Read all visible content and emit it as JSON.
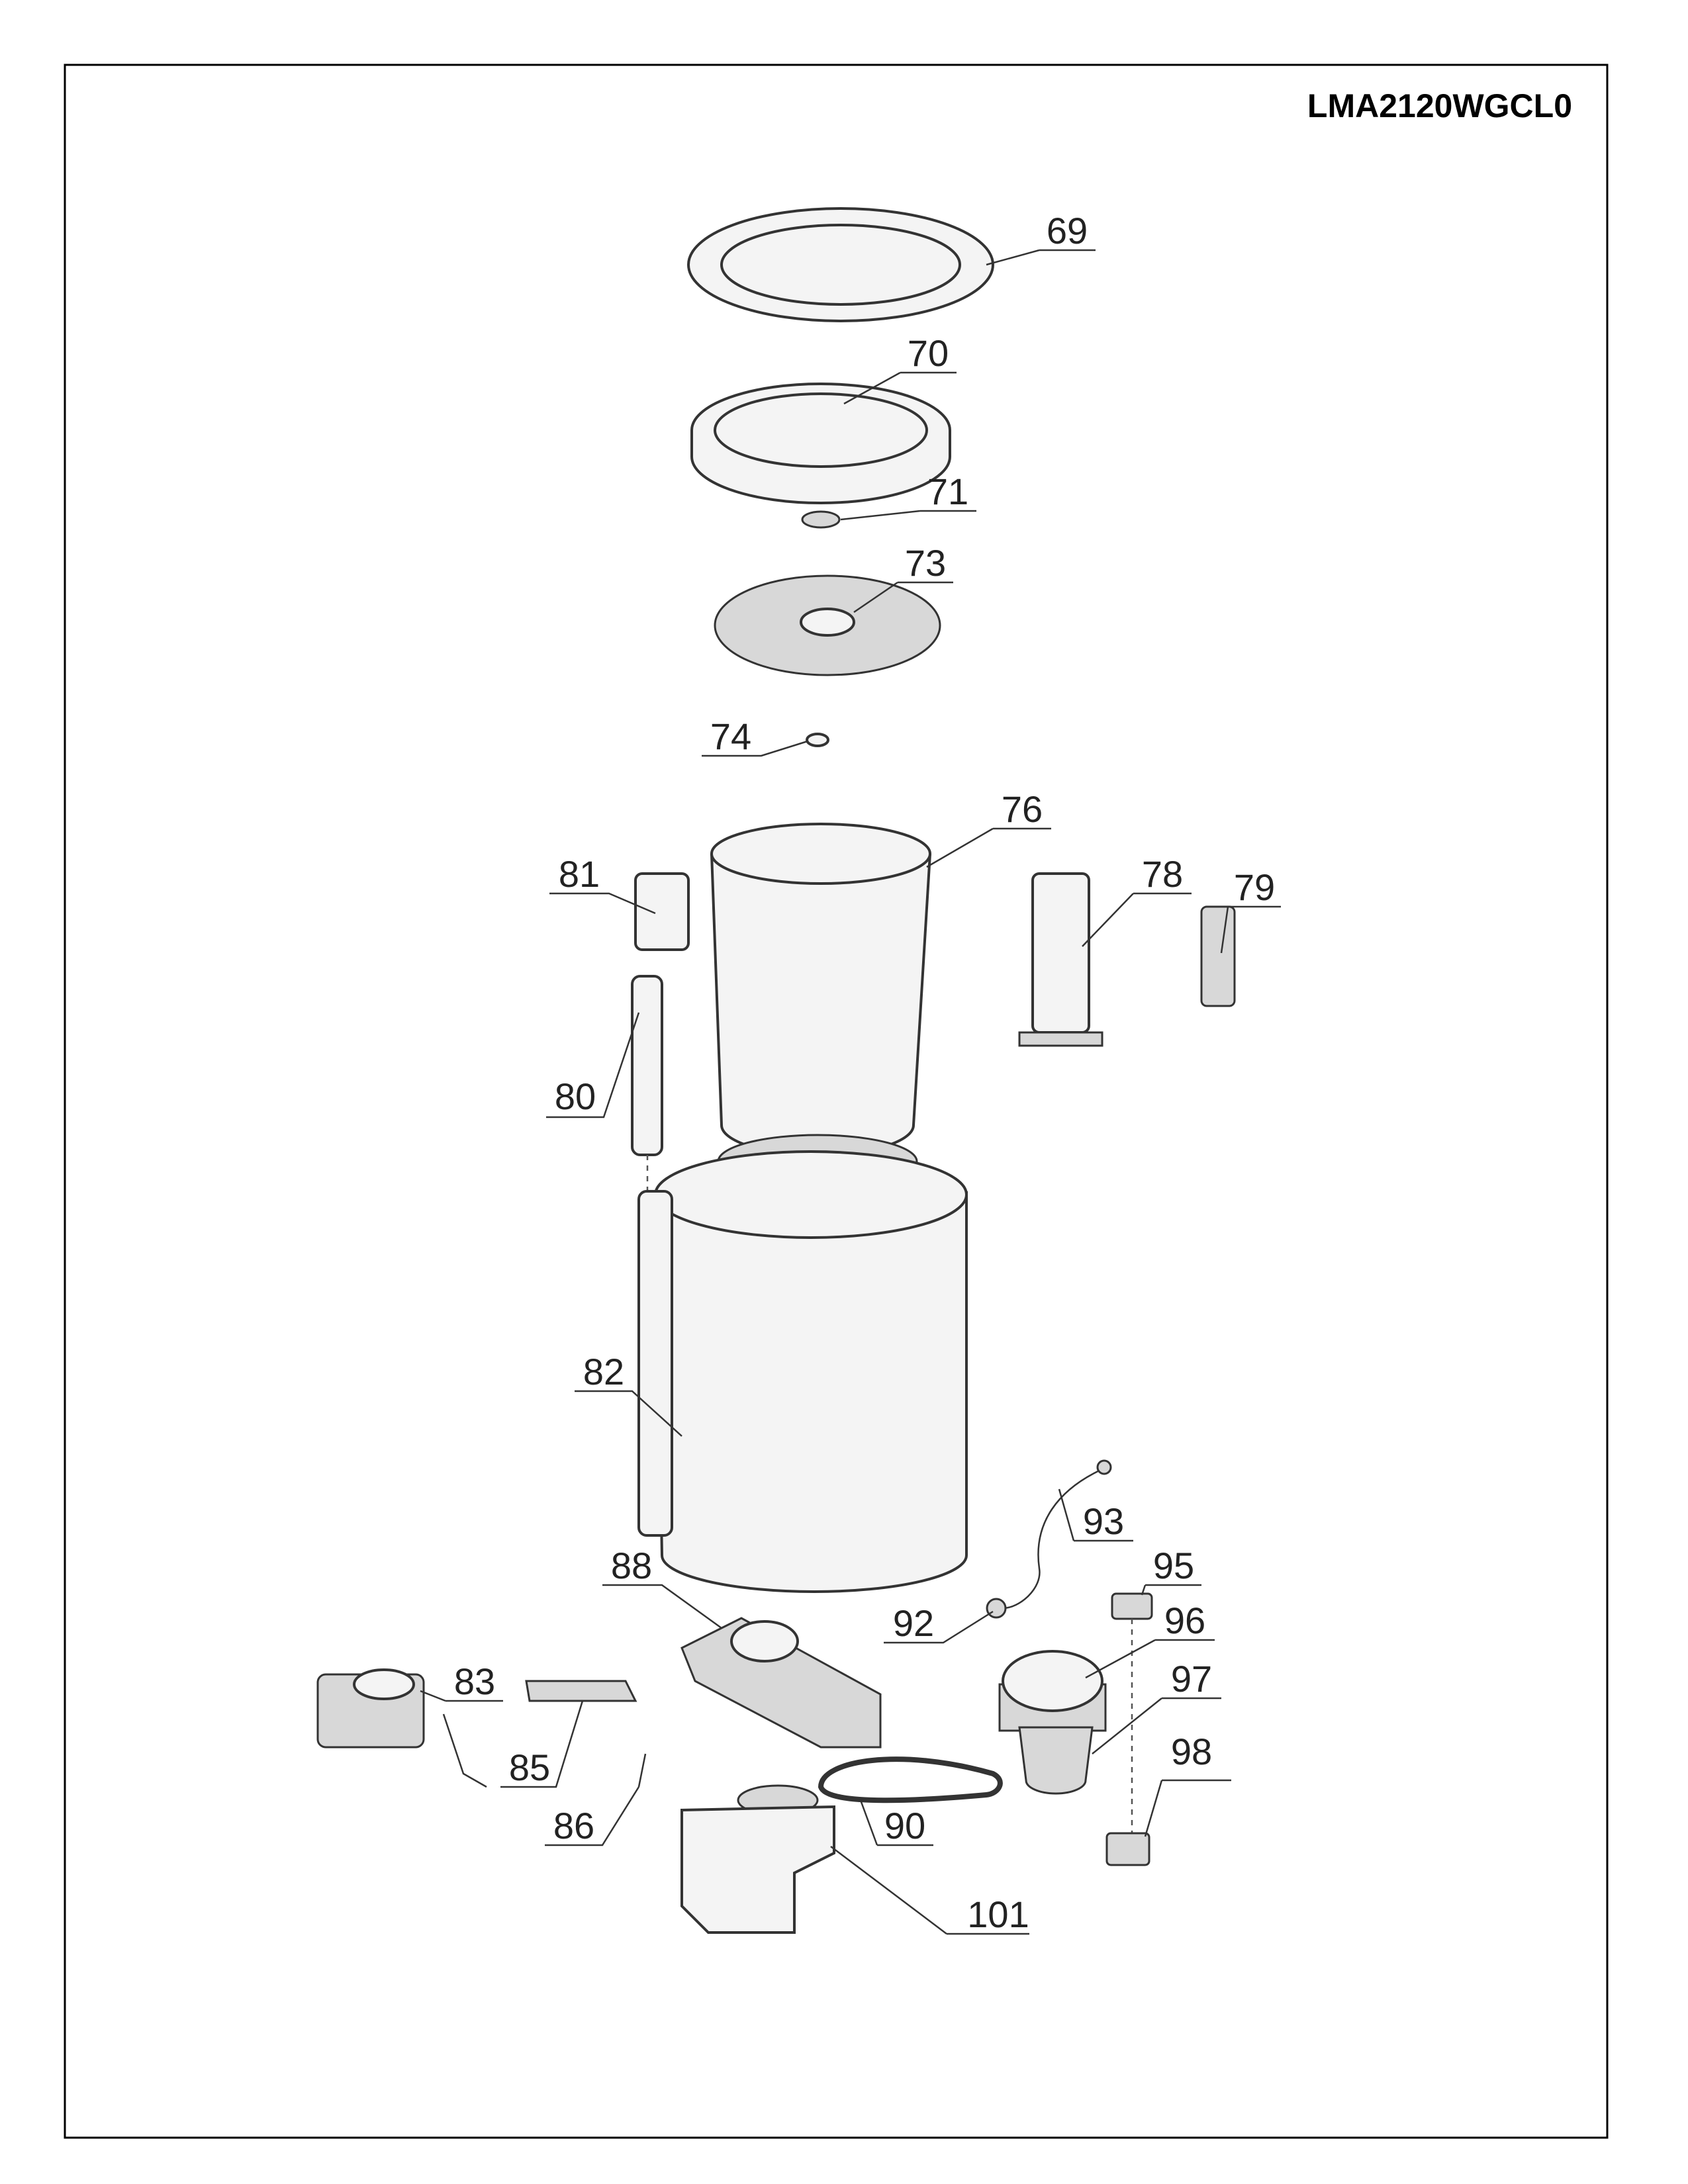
{
  "model": "LMA2120WGCL0",
  "callouts": {
    "c69": "69",
    "c70": "70",
    "c71": "71",
    "c73": "73",
    "c74": "74",
    "c76": "76",
    "c78": "78",
    "c79": "79",
    "c80": "80",
    "c81": "81",
    "c82": "82",
    "c83": "83",
    "c85": "85",
    "c86": "86",
    "c88": "88",
    "c90": "90",
    "c92": "92",
    "c93": "93",
    "c95": "95",
    "c96": "96",
    "c97": "97",
    "c98": "98",
    "c101": "101"
  }
}
